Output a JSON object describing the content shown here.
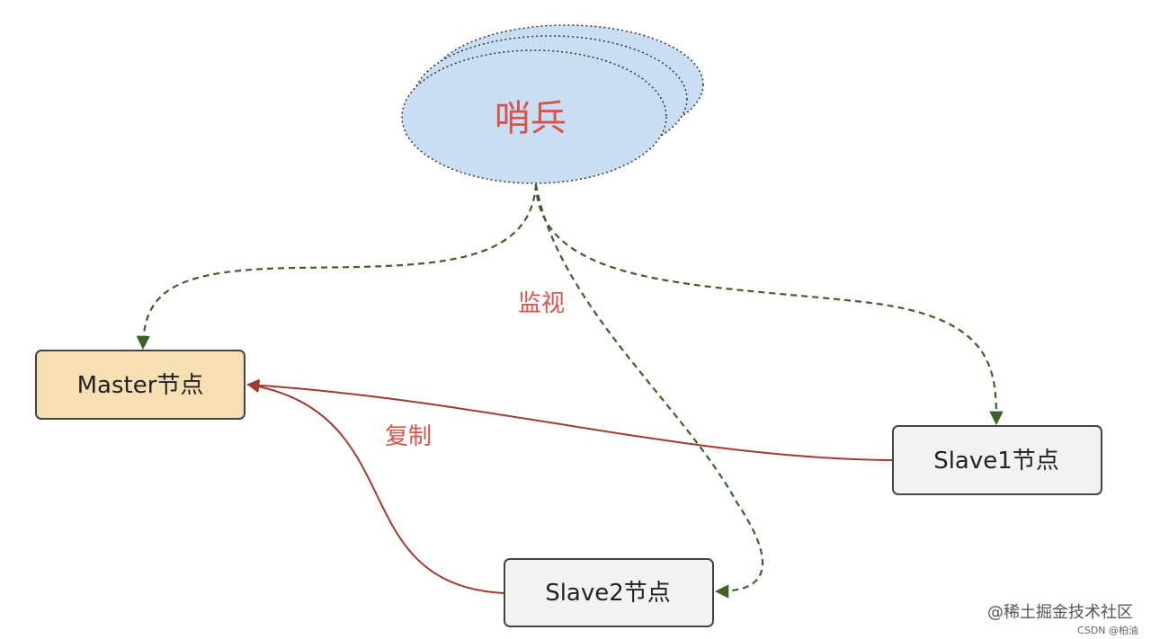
{
  "sentinel": {
    "label": "哨兵"
  },
  "nodes": {
    "master": {
      "label": "Master节点"
    },
    "slave1": {
      "label": "Slave1节点"
    },
    "slave2": {
      "label": "Slave2节点"
    }
  },
  "edges": {
    "monitor_label": "监视",
    "replicate_label": "复制"
  },
  "watermark": {
    "primary": "@稀土掘金技术社区",
    "secondary": "CSDN @柏油"
  },
  "colors": {
    "sentinel_fill": "#c9ddf3",
    "master_fill": "#f7dfb4",
    "slave_fill": "#f3f3f3",
    "monitor_edge": "#3e5f2a",
    "replicate_edge": "#a33a2f",
    "label_red": "#d9534a"
  }
}
